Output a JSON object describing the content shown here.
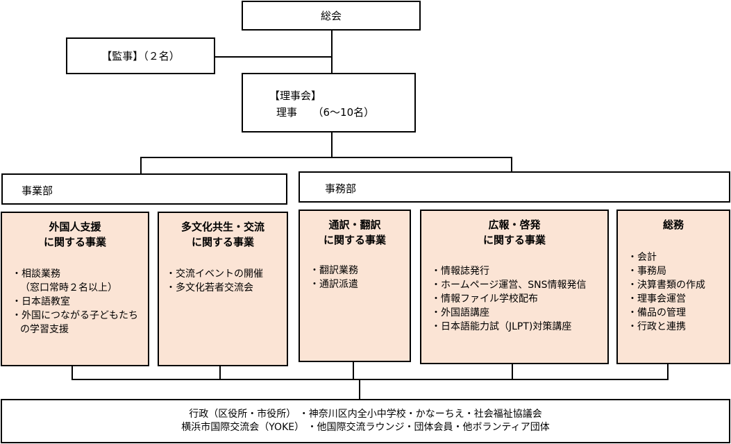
{
  "general_assembly": "総会",
  "auditor": "【監事】（２名）",
  "board": {
    "title": "【理事会】",
    "members": "理事　　（6～10名）"
  },
  "divisions": {
    "business": "事業部",
    "office": "事務部"
  },
  "departments": [
    {
      "title": [
        "外国人支援",
        "に関する事業"
      ],
      "items": [
        "・相談業務",
        "（窓口常時２名以上）",
        "・日本語教室",
        "・外国につながる子どもたち",
        "の学習支援"
      ]
    },
    {
      "title": [
        "多文化共生・交流",
        "に関する事業"
      ],
      "items": [
        "・交流イベントの開催",
        "・多文化若者交流会"
      ]
    },
    {
      "title": [
        "通訳・翻訳",
        "に関する事業"
      ],
      "items": [
        "・翻訳業務",
        "・通訳派遣"
      ]
    },
    {
      "title": [
        "広報・啓発",
        "に関する事業"
      ],
      "items": [
        "・情報誌発行",
        "・ホームページ運営、SNS情報発信",
        "・情報ファイル学校配布",
        "・外国語講座",
        "・日本語能力試（JLPT)対策講座"
      ]
    },
    {
      "title": [
        "総務"
      ],
      "items": [
        "・会計",
        "・事務局",
        "・決算書類の作成",
        "・理事会運営",
        "・備品の管理",
        "・行政と連携"
      ]
    }
  ],
  "partners": [
    "行政（区役所・市役所） ・神奈川区内全小中学校・かなーちえ・社会福祉協議会",
    "横浜市国際交流会（YOKE） ・他国際交流ラウンジ・団体会員・他ボランティア団体"
  ]
}
